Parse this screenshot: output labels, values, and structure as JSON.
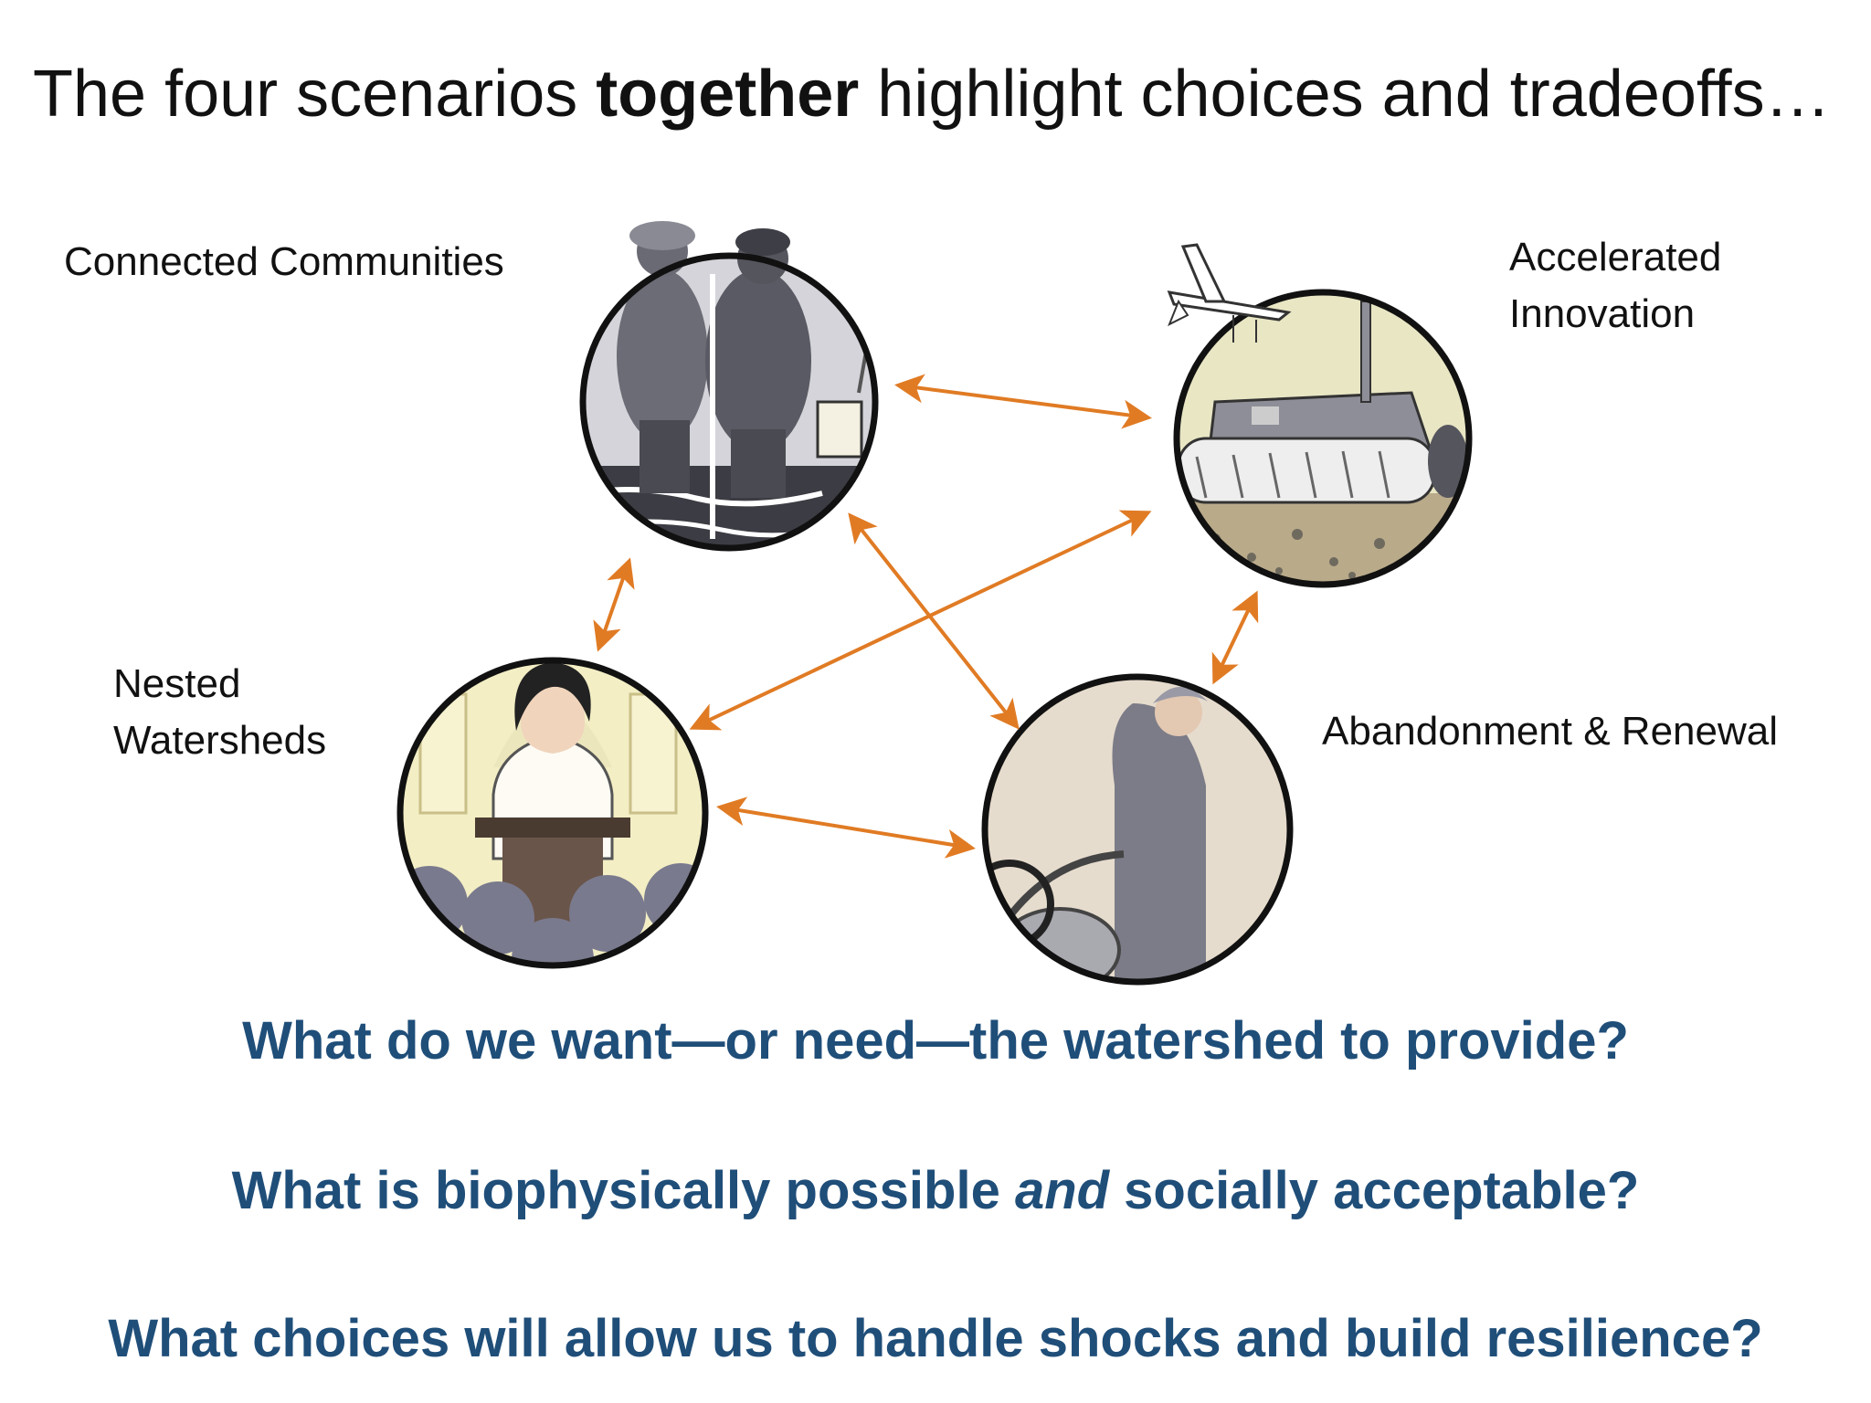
{
  "title": {
    "prefix": "The four scenarios ",
    "emphasis": "together",
    "suffix": " highlight choices and tradeoffs…"
  },
  "scenarios": {
    "connected_communities": {
      "line1": "Connected Communities"
    },
    "accelerated_innovation": {
      "line1": "Accelerated",
      "line2": "Innovation"
    },
    "nested_watersheds": {
      "line1": "Nested",
      "line2": "Watersheds"
    },
    "abandonment_renewal": {
      "line1": "Abandonment & Renewal"
    }
  },
  "questions": {
    "q1": "What do we want—or need—the watershed to provide?",
    "q2_before": "What is biophysically possible ",
    "q2_emphasis": "and",
    "q2_after": " socially acceptable?",
    "q3": "What choices will allow us to handle shocks and build resilience?"
  },
  "colors": {
    "arrow": "#e07b24",
    "question_text": "#1f4e79",
    "circle_stroke": "#111111",
    "illustration_gray": "#7a7a86",
    "illustration_cream": "#f1ecc8"
  }
}
